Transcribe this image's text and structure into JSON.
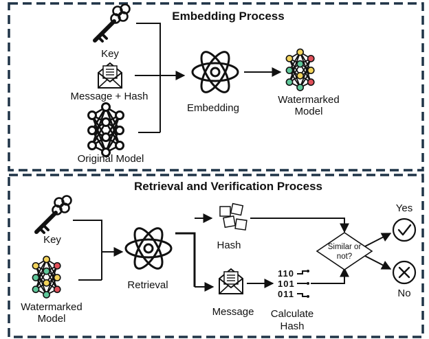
{
  "embedding": {
    "title": "Embedding Process",
    "key_label": "Key",
    "message_label": "Message + Hash",
    "original_model_label": "Original Model",
    "embedding_label": "Embedding",
    "watermarked_label_line1": "Watermarked",
    "watermarked_label_line2": "Model"
  },
  "retrieval": {
    "title": "Retrieval and Verification Process",
    "key_label": "Key",
    "watermarked_label_line1": "Watermarked",
    "watermarked_label_line2": "Model",
    "retrieval_label": "Retrieval",
    "hash_label": "Hash",
    "message_label": "Message",
    "calculate_line1": "Calculate",
    "calculate_line2": "Hash",
    "decision_line1": "Similar or",
    "decision_line2": "not?",
    "yes_label": "Yes",
    "no_label": "No",
    "binary_row1": "110",
    "binary_row2": "101",
    "binary_row3": "011"
  },
  "colors": {
    "node_yellow": "#f2d35b",
    "node_green": "#5fc79a",
    "node_red": "#e0505a",
    "border": "#1f3347",
    "stroke": "#111111"
  },
  "icons": [
    "key-icon",
    "envelope-icon",
    "neural-network-icon",
    "atom-icon",
    "watermarked-network-icon",
    "documents-icon",
    "binary-hash-icon",
    "check-circle-icon",
    "cross-circle-icon"
  ]
}
